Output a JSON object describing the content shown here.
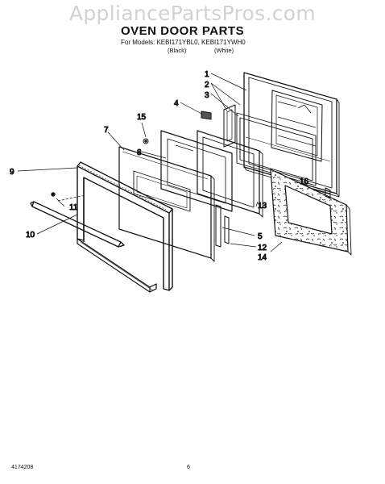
{
  "watermark": "AppliancePartsPros.com",
  "header": {
    "title": "OVEN DOOR PARTS",
    "models": "For Models: KEBI171YBL0, KEBI171YWH0",
    "variant_black": "(Black)",
    "variant_white": "(White)"
  },
  "footer": {
    "doc_number": "4174208",
    "page_number": "6"
  },
  "callouts": [
    "1",
    "2",
    "3",
    "4",
    "5",
    "7",
    "8",
    "9",
    "10",
    "11",
    "12",
    "13",
    "14",
    "15",
    "16"
  ]
}
